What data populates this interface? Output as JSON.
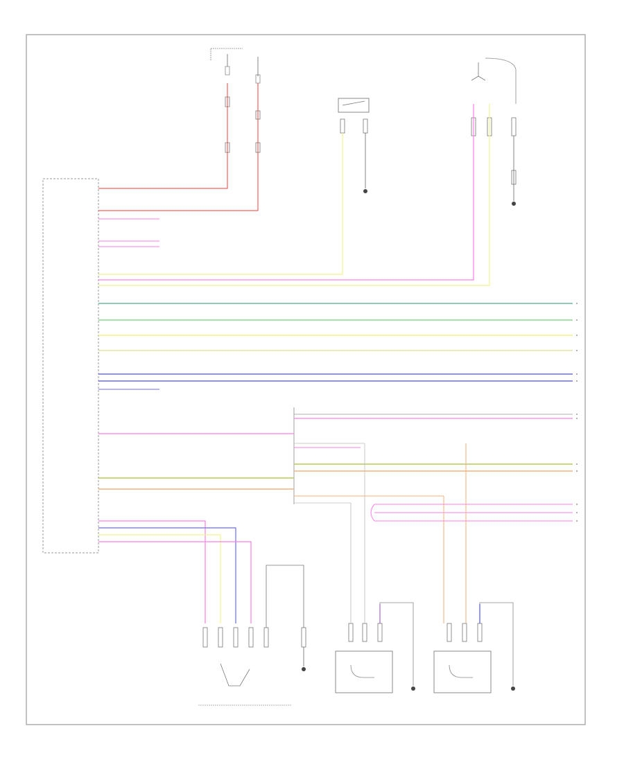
{
  "diagram": {
    "footer_code": "",
    "module": {
      "label": ""
    },
    "top_components": [
      {
        "id": "fuse-top-left",
        "label": ""
      },
      {
        "id": "fuse-top-right",
        "label": ""
      },
      {
        "id": "washer-motor",
        "label": ""
      },
      {
        "id": "steering-column-switch",
        "label": ""
      }
    ],
    "bottom_components": [
      {
        "id": "headlamp-switch",
        "label": ""
      },
      {
        "id": "left-mirror-unit",
        "label": ""
      },
      {
        "id": "right-mirror-unit",
        "label": ""
      }
    ],
    "wire_colors": {
      "red": "#f23c3c",
      "pink": "#ff7de6",
      "yellow": "#f4f28a",
      "teal": "#6bbba6",
      "green": "#8ad88a",
      "tan": "#e8e2a0",
      "blue": "#6b6bf0",
      "orange": "#f2b27a",
      "olive": "#b7c95a",
      "gray": "#bbbbbb"
    }
  }
}
